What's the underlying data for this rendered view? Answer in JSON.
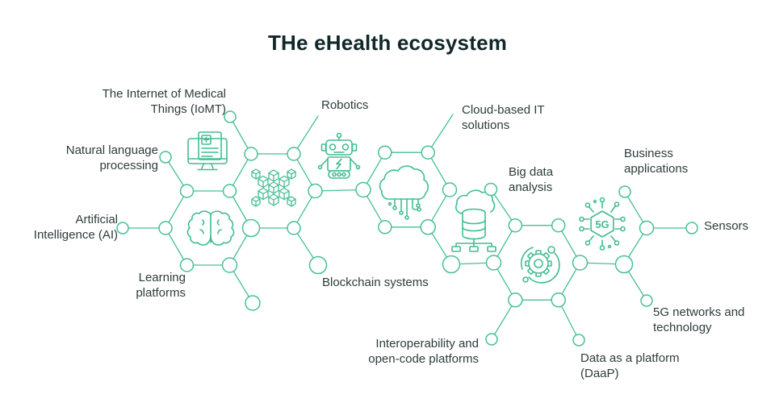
{
  "title": "THe eHealth ecosystem",
  "colors": {
    "accent_green": "#47C096",
    "title_text": "#112729",
    "label_text": "#2E3C3C",
    "background": "#FFFFFF"
  },
  "labels": {
    "iomt": "The Internet of Medical\nThings (IoMT)",
    "nlp": "Natural language\nprocessing",
    "ai": "Artificial\nIntelligence (AI)",
    "learning": "Learning\nplatforms",
    "robotics": "Robotics",
    "blockchain": "Blockchain systems",
    "cloud": "Cloud-based IT\nsolutions",
    "bigdata": "Big data\nanalysis",
    "business": "Business\napplications",
    "sensors": "Sensors",
    "networks5g": "5G networks and\ntechnology",
    "daap": "Data as a platform\n(DaaP)",
    "interop": "Interoperability and\nopen-code platforms"
  },
  "icons": {
    "fiveg_label": "5G",
    "names": [
      "medical-report-monitor-icon",
      "brain-icon",
      "blockchain-cubes-icon",
      "robot-icon",
      "cloud-circuit-icon",
      "database-server-icon",
      "gear-process-icon",
      "5g-chip-icon"
    ]
  }
}
